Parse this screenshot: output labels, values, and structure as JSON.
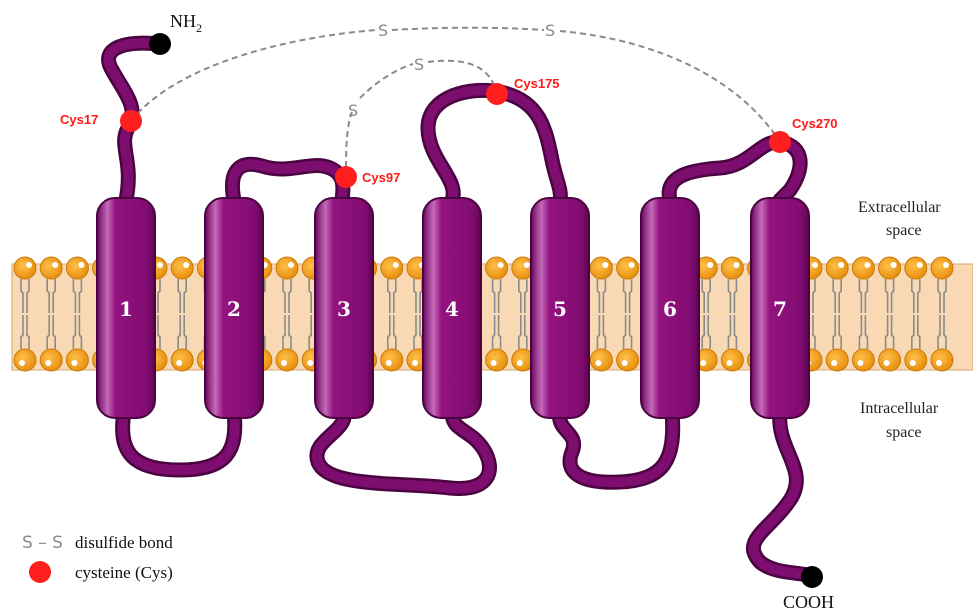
{
  "colors": {
    "protein": "#7a0a6b",
    "helix": "#8e0f80",
    "helix_highlight": "#c86bbc",
    "cysteine": "#ff1f1f",
    "terminus": "#000000",
    "lipid_head": "#f5a623",
    "lipid_band": "#f9d9b4",
    "lipid_tail": "#8a8a8a",
    "disulfide": "#8a8a8a"
  },
  "helices": [
    "1",
    "2",
    "3",
    "4",
    "5",
    "6",
    "7"
  ],
  "termini": {
    "n": "NH",
    "n_sub": "2",
    "c": "COOH"
  },
  "cysteines": [
    "Cys17",
    "Cys97",
    "Cys175",
    "Cys270"
  ],
  "disulfide_symbol": "S",
  "regions": {
    "extra_line1": "Extracellular",
    "extra_line2": "space",
    "intra_line1": "Intracellular",
    "intra_line2": "space"
  },
  "legend": {
    "bond_symbol": "S – S",
    "bond_text": "disulfide bond",
    "cys_text": "cysteine (Cys)"
  }
}
